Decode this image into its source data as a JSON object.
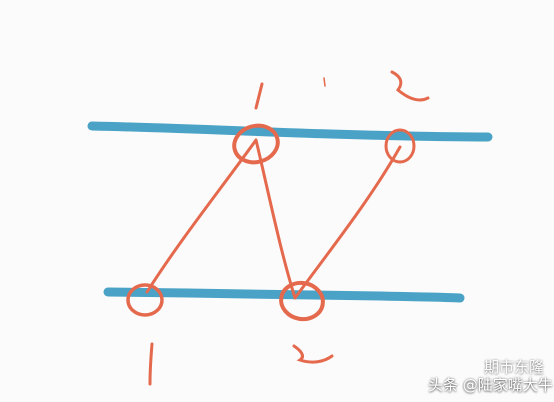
{
  "watermark": {
    "platform_text": "头条 @陆家嘴大牛",
    "account_text": "期市东隆"
  },
  "colors": {
    "blue_line": "#4aa3c6",
    "red_line": "#e4694d",
    "background": "#fbfbfb"
  },
  "strokes": [
    "top-blue-line",
    "bottom-blue-line",
    "zigzag-red-path",
    "circle-marks",
    "number-marks"
  ]
}
